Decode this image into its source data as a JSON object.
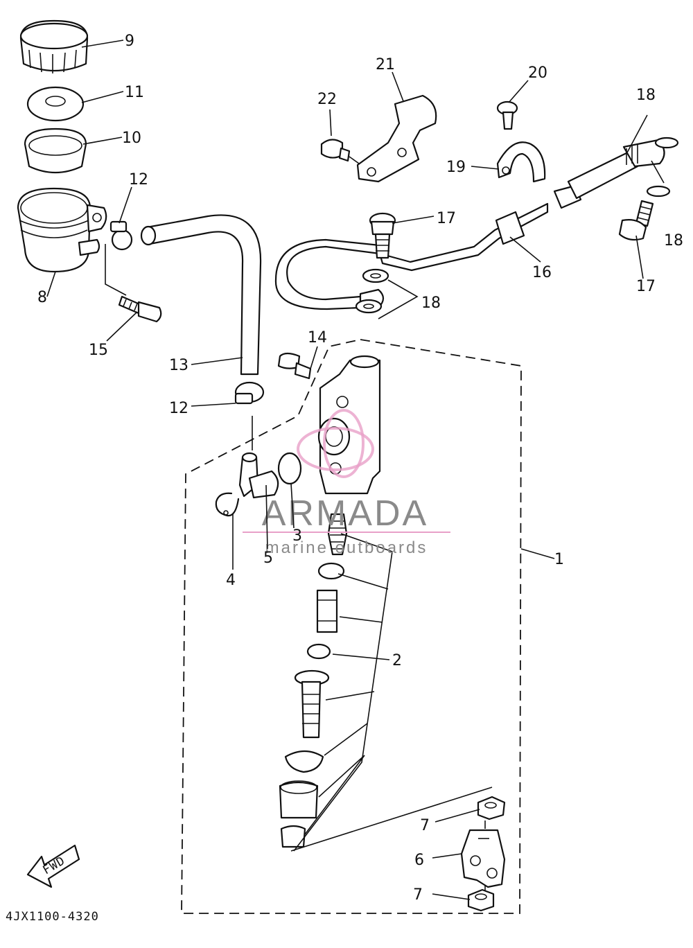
{
  "diagram": {
    "code": "4JX1100-4320",
    "direction_badge": "FWD",
    "watermark": {
      "brand": "ARMADA",
      "tagline": "marine outboards",
      "color": "#e8a0c8"
    },
    "callouts": [
      "1",
      "2",
      "3",
      "4",
      "5",
      "6",
      "7",
      "7",
      "8",
      "9",
      "10",
      "11",
      "12",
      "12",
      "13",
      "14",
      "15",
      "16",
      "17",
      "17",
      "18",
      "18",
      "18",
      "19",
      "20",
      "21",
      "22"
    ]
  }
}
